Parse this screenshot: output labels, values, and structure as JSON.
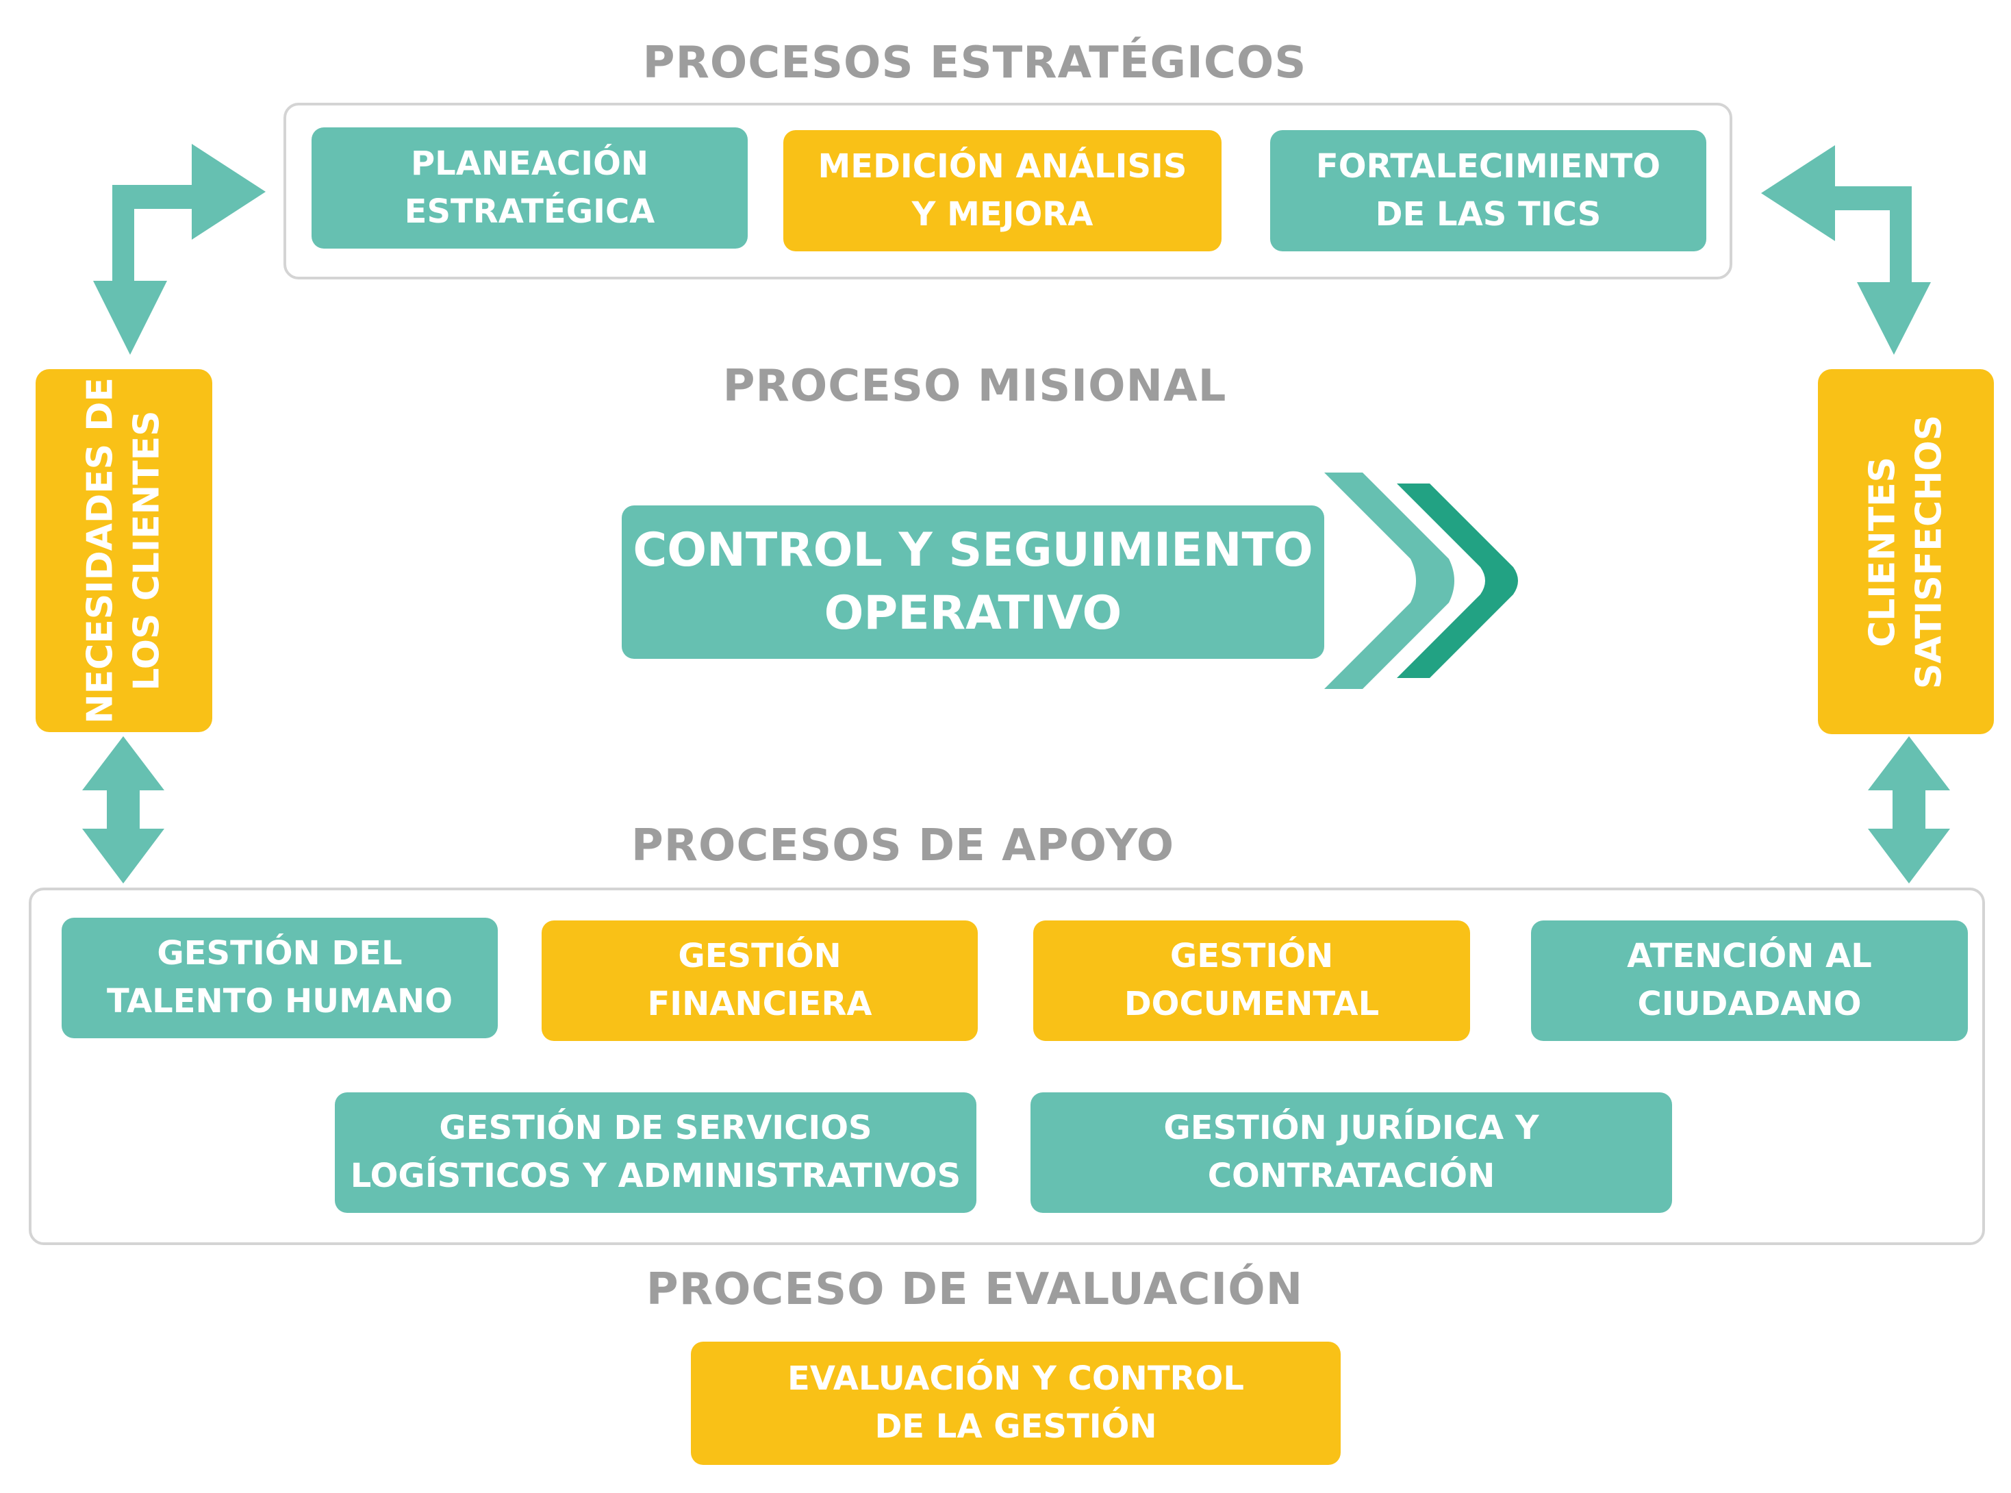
{
  "headings": {
    "strategic": "PROCESOS ESTRATÉGICOS",
    "misional": "PROCESO MISIONAL",
    "support": "PROCESOS DE APOYO",
    "evaluation": "PROCESO DE EVALUACIÓN"
  },
  "strategic_boxes": [
    {
      "line1": "PLANEACIÓN",
      "line2": "ESTRATÉGICA"
    },
    {
      "line1": "MEDICIÓN ANÁLISIS",
      "line2": "Y MEJORA"
    },
    {
      "line1": "FORTALECIMIENTO",
      "line2": "DE LAS TICS"
    }
  ],
  "misional_box": {
    "line1": "CONTROL Y SEGUIMIENTO",
    "line2": "OPERATIVO"
  },
  "left_side": {
    "line1": "NECESIDADES DE",
    "line2": "LOS CLIENTES"
  },
  "right_side": {
    "line1": "CLIENTES",
    "line2": "SATISFECHOS"
  },
  "support_boxes": [
    {
      "line1": "GESTIÓN DEL",
      "line2": "TALENTO HUMANO"
    },
    {
      "line1": "GESTIÓN",
      "line2": "FINANCIERA"
    },
    {
      "line1": "GESTIÓN",
      "line2": "DOCUMENTAL"
    },
    {
      "line1": "ATENCIÓN AL",
      "line2": "CIUDADANO"
    },
    {
      "line1": "GESTIÓN DE SERVICIOS",
      "line2": "LOGÍSTICOS Y ADMINISTRATIVOS"
    },
    {
      "line1": "GESTIÓN JURÍDICA Y",
      "line2": "CONTRATACIÓN"
    }
  ],
  "evaluation_box": {
    "line1": "EVALUACIÓN Y CONTROL",
    "line2": "DE LA GESTIÓN"
  },
  "colors": {
    "teal": "#66c0b1",
    "dark_teal": "#22a283",
    "yellow": "#f9c117",
    "gray": "#9d9d9d"
  }
}
